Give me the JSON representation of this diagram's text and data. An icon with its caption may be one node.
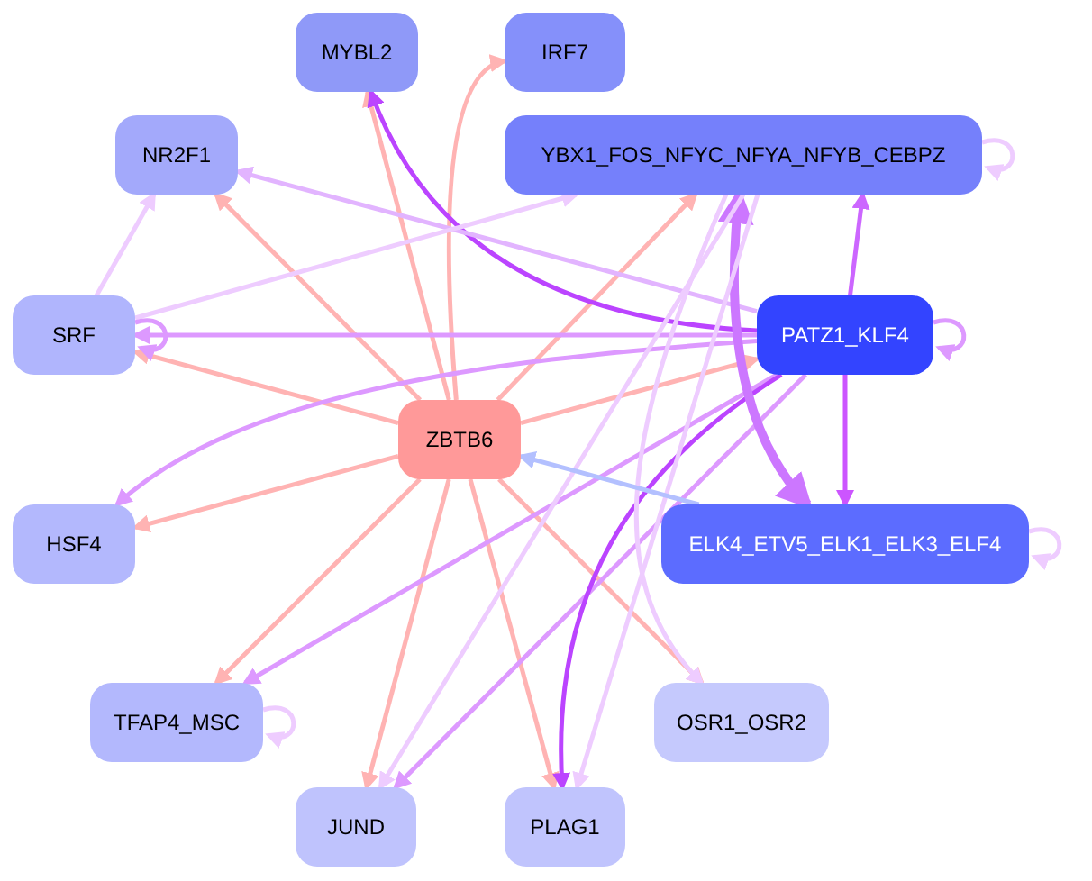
{
  "diagram": {
    "nodes": [
      {
        "text": [
          "MYBL2"
        ]
      },
      {
        "text": [
          "IRF7"
        ]
      },
      {
        "text": [
          "NR2F1"
        ]
      },
      {
        "text": [
          "YBX1_FOS_NFYC_NFYA_NFYB_CEBPZ"
        ]
      },
      {
        "text": [
          "SRF"
        ]
      },
      {
        "text": [
          "PATZ1_KLF4"
        ]
      },
      {
        "text": [
          "ZBTB6"
        ]
      },
      {
        "text": [
          "HSF4"
        ]
      },
      {
        "text": [
          "ELK4_ETV5_ELK1_ELK3_ELF4"
        ]
      },
      {
        "text": [
          "TFAP4_MSC"
        ]
      },
      {
        "text": [
          "OSR1_OSR2"
        ]
      },
      {
        "text": [
          "JUND"
        ]
      },
      {
        "text": [
          "PLAG1"
        ]
      }
    ],
    "edges": [
      {
        "from": 6,
        "to": 0,
        "arrow": "to"
      },
      {
        "from": 6,
        "to": 1,
        "arrow": "to"
      },
      {
        "from": 6,
        "to": 2,
        "arrow": "to"
      },
      {
        "from": 6,
        "to": 3,
        "arrow": "to"
      },
      {
        "from": 6,
        "to": 4,
        "arrow": "to"
      },
      {
        "from": 6,
        "to": 5,
        "arrow": "to"
      },
      {
        "from": 6,
        "to": 7,
        "arrow": "to"
      },
      {
        "from": 6,
        "to": 9,
        "arrow": "to"
      },
      {
        "from": 6,
        "to": 11,
        "arrow": "to"
      },
      {
        "from": 6,
        "to": 12,
        "arrow": "to"
      },
      {
        "from": 6,
        "to": 10,
        "arrow": "to"
      },
      {
        "from": 5,
        "to": 0,
        "arrow": "to",
        "color": "#bb44ff"
      },
      {
        "from": 5,
        "to": 2,
        "arrow": "to",
        "color": "#e2b4ff"
      },
      {
        "from": 5,
        "to": 3,
        "arrow": "to",
        "color": "#cc66ff"
      },
      {
        "from": 5,
        "to": 4,
        "arrow": "to",
        "color": "#dd99ff"
      },
      {
        "from": 5,
        "to": 5,
        "arrow": "to",
        "color": "#dd99ff"
      },
      {
        "from": 5,
        "to": 8,
        "arrow": "to",
        "color": "#cc55ff"
      },
      {
        "from": 5,
        "to": 7,
        "arrow": "to",
        "color": "#dd99ff"
      },
      {
        "from": 5,
        "to": 9,
        "arrow": "to",
        "color": "#dd99ff"
      },
      {
        "from": 5,
        "to": 11,
        "arrow": "to",
        "color": "#dd99ff"
      },
      {
        "from": 5,
        "to": 12,
        "arrow": "to",
        "color": "#bb44ff"
      },
      {
        "from": 4,
        "to": 2,
        "arrow": "to",
        "color": "#eeccff"
      },
      {
        "from": 4,
        "to": 3,
        "arrow": "to",
        "color": "#eeccff"
      },
      {
        "from": 4,
        "to": 4,
        "arrow": "to",
        "color": "#dd99ff"
      },
      {
        "from": 3,
        "to": 3,
        "arrow": "to",
        "color": "#eeccff"
      },
      {
        "from": 3,
        "to": 8,
        "arrow": "both",
        "style": "thick",
        "color": "#cc77ff"
      },
      {
        "from": 3,
        "to": 11,
        "arrow": "to",
        "color": "#eeccff"
      },
      {
        "from": 3,
        "to": 12,
        "arrow": "to",
        "color": "#eeccff"
      },
      {
        "from": 3,
        "to": 10,
        "arrow": "to",
        "color": "#eeccff"
      },
      {
        "from": 8,
        "to": 6,
        "arrow": "to",
        "color": "#b3c0ff"
      },
      {
        "from": 8,
        "to": 8,
        "arrow": "to",
        "color": "#eeccff"
      },
      {
        "from": 9,
        "to": 9,
        "arrow": "to",
        "color": "#eeccff"
      }
    ]
  }
}
